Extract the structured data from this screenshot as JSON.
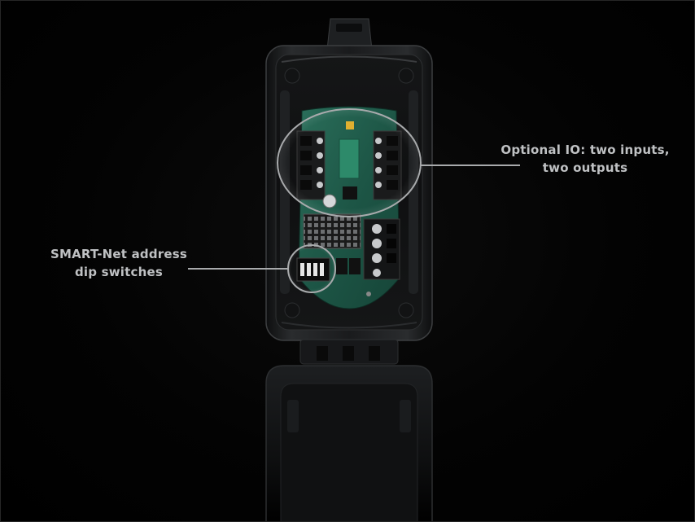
{
  "callouts": {
    "optional_io": {
      "line1": "Optional IO: two inputs,",
      "line2": "two outputs"
    },
    "dip_switches": {
      "line1": "SMART-Net address",
      "line2": "dip switches"
    }
  },
  "colors": {
    "background": "#000000",
    "enclosure": "#1c1e20",
    "pcb": "#1f5a4a",
    "callout_line": "#a8aaac",
    "callout_text": "#bfc1c3"
  }
}
